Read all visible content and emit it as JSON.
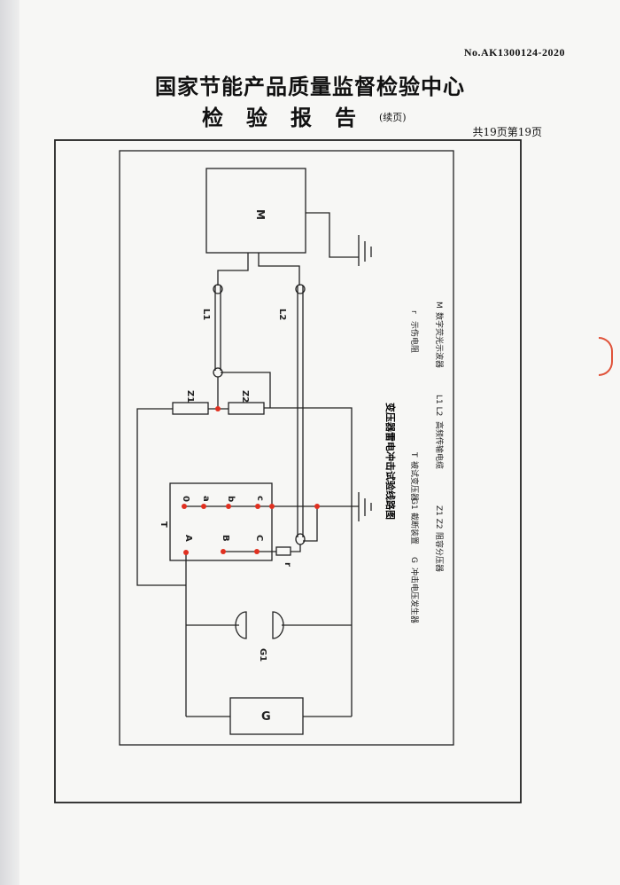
{
  "header": {
    "doc_number": "No.AK1300124-2020",
    "organization": "国家节能产品质量监督检验中心",
    "report_title": "检验报告",
    "continuation": "(续页)",
    "page_info": "共19页第19页"
  },
  "diagram": {
    "caption": "变压器雷电冲击试验线路图",
    "labels": {
      "M": "M",
      "L1": "L1",
      "L2": "L2",
      "Z1": "Z1",
      "Z2": "Z2",
      "T": "T",
      "O": "0",
      "a": "a",
      "b": "b",
      "c": "c",
      "A": "A",
      "B": "B",
      "C": "C",
      "r": "r",
      "G1": "G1",
      "G": "G"
    },
    "legend": [
      {
        "symbol": "G",
        "text": "冲击电压发生器"
      },
      {
        "symbol": "G1",
        "text": "截断装置"
      },
      {
        "symbol": "T",
        "text": "被试变压器"
      },
      {
        "symbol": "r",
        "text": "示伤电阻"
      },
      {
        "symbol": "Z1 Z2",
        "text": "阻容分压器"
      },
      {
        "symbol": "L1 L2",
        "text": "高频传输电缆"
      },
      {
        "symbol": "M",
        "text": "数字荧光示波器"
      }
    ],
    "node_color": "#e03020"
  }
}
